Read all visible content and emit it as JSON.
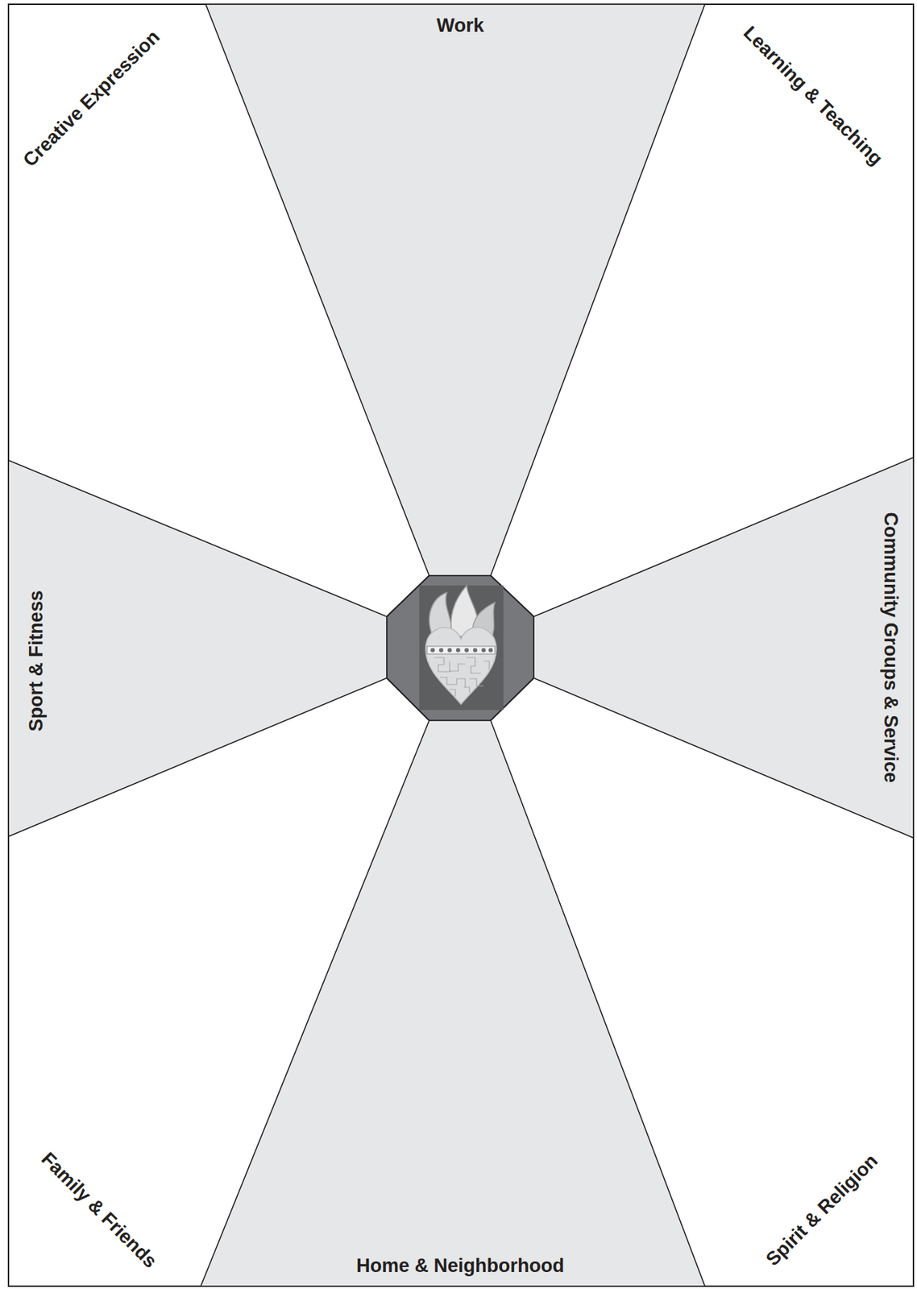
{
  "diagram": {
    "nodes": [
      {
        "text": [
          "Work"
        ]
      },
      {
        "text": [
          "Sport & Fitness"
        ]
      },
      {
        "text": [
          "Community Groups & Service"
        ]
      },
      {
        "text": [
          "Home & Neighborhood"
        ]
      }
    ],
    "labels": [
      "Creative Expression",
      "Learning & Teaching",
      "Family & Friends",
      "Spirit & Religion"
    ]
  }
}
